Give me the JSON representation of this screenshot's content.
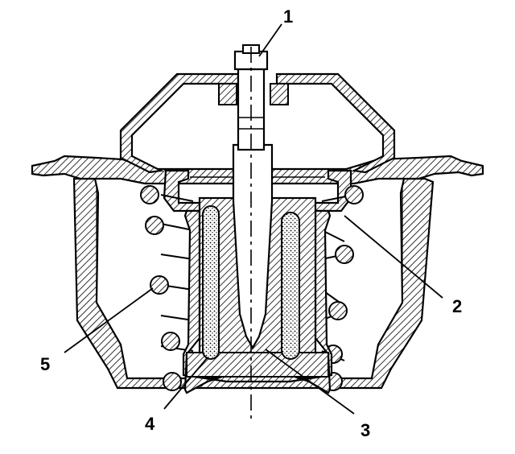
{
  "labels": {
    "n1": "1",
    "n2": "2",
    "n3": "3",
    "n4": "4",
    "n5": "5"
  },
  "colors": {
    "ink": "#000000",
    "paper": "#ffffff"
  }
}
